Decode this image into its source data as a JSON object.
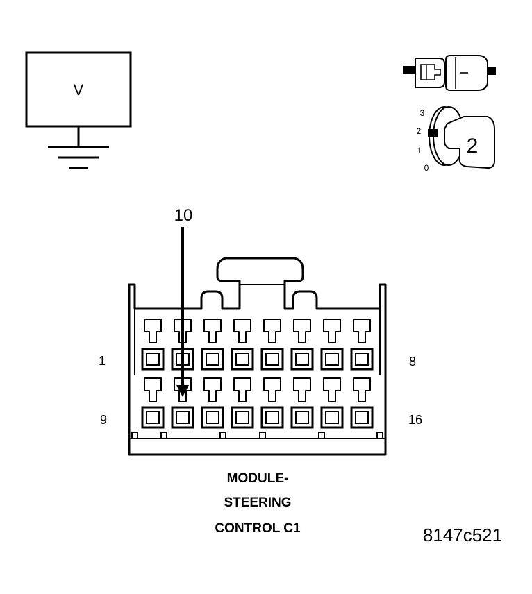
{
  "voltmeter": {
    "symbol": "V"
  },
  "ignition_switch": {
    "positions": [
      "3",
      "2",
      "1",
      "0"
    ],
    "selected": "2"
  },
  "connector": {
    "pointer_label": "10",
    "row1_start_label": "1",
    "row1_end_label": "8",
    "row2_start_label": "9",
    "row2_end_label": "16",
    "pin_columns": 8,
    "caption_lines": [
      "MODULE-",
      "STEERING",
      "CONTROL C1"
    ]
  },
  "figure_id": "8147c521",
  "colors": {
    "line": "#000000",
    "background": "#ffffff"
  }
}
